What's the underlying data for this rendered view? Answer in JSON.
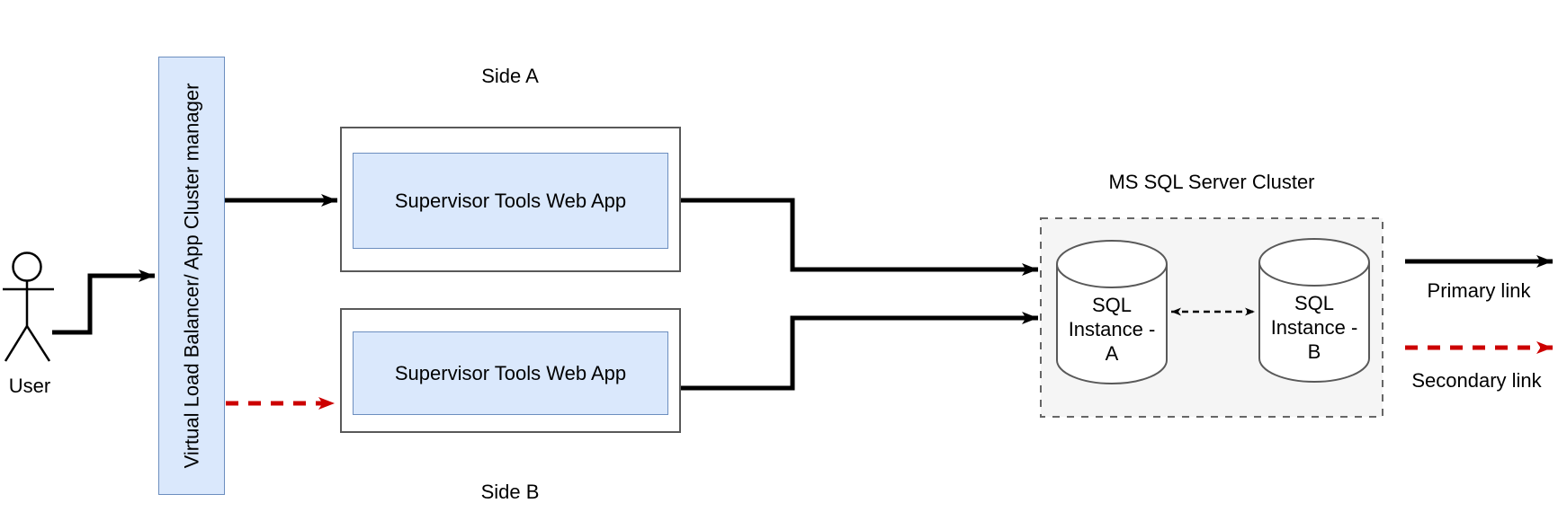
{
  "user": {
    "label": "User"
  },
  "load_balancer": {
    "label": "Virtual Load Balancer/ App Cluster manager"
  },
  "side_a": {
    "caption": "Side A",
    "app_label": "Supervisor Tools Web App"
  },
  "side_b": {
    "caption": "Side B",
    "app_label": "Supervisor Tools Web App"
  },
  "sql_cluster": {
    "title": "MS SQL Server Cluster",
    "instance_a_label": "SQL\nInstance -\nA",
    "instance_b_label": "SQL\nInstance -\nB"
  },
  "legend": {
    "primary_label": "Primary link",
    "secondary_label": "Secondary link"
  },
  "colors": {
    "primary_link": "#000000",
    "secondary_link": "#cc0000",
    "node_fill": "#dae8fc",
    "node_stroke": "#6c8ebf",
    "cluster_fill": "#f5f5f5",
    "shape_stroke": "#595959",
    "container_stroke": "#666666"
  }
}
